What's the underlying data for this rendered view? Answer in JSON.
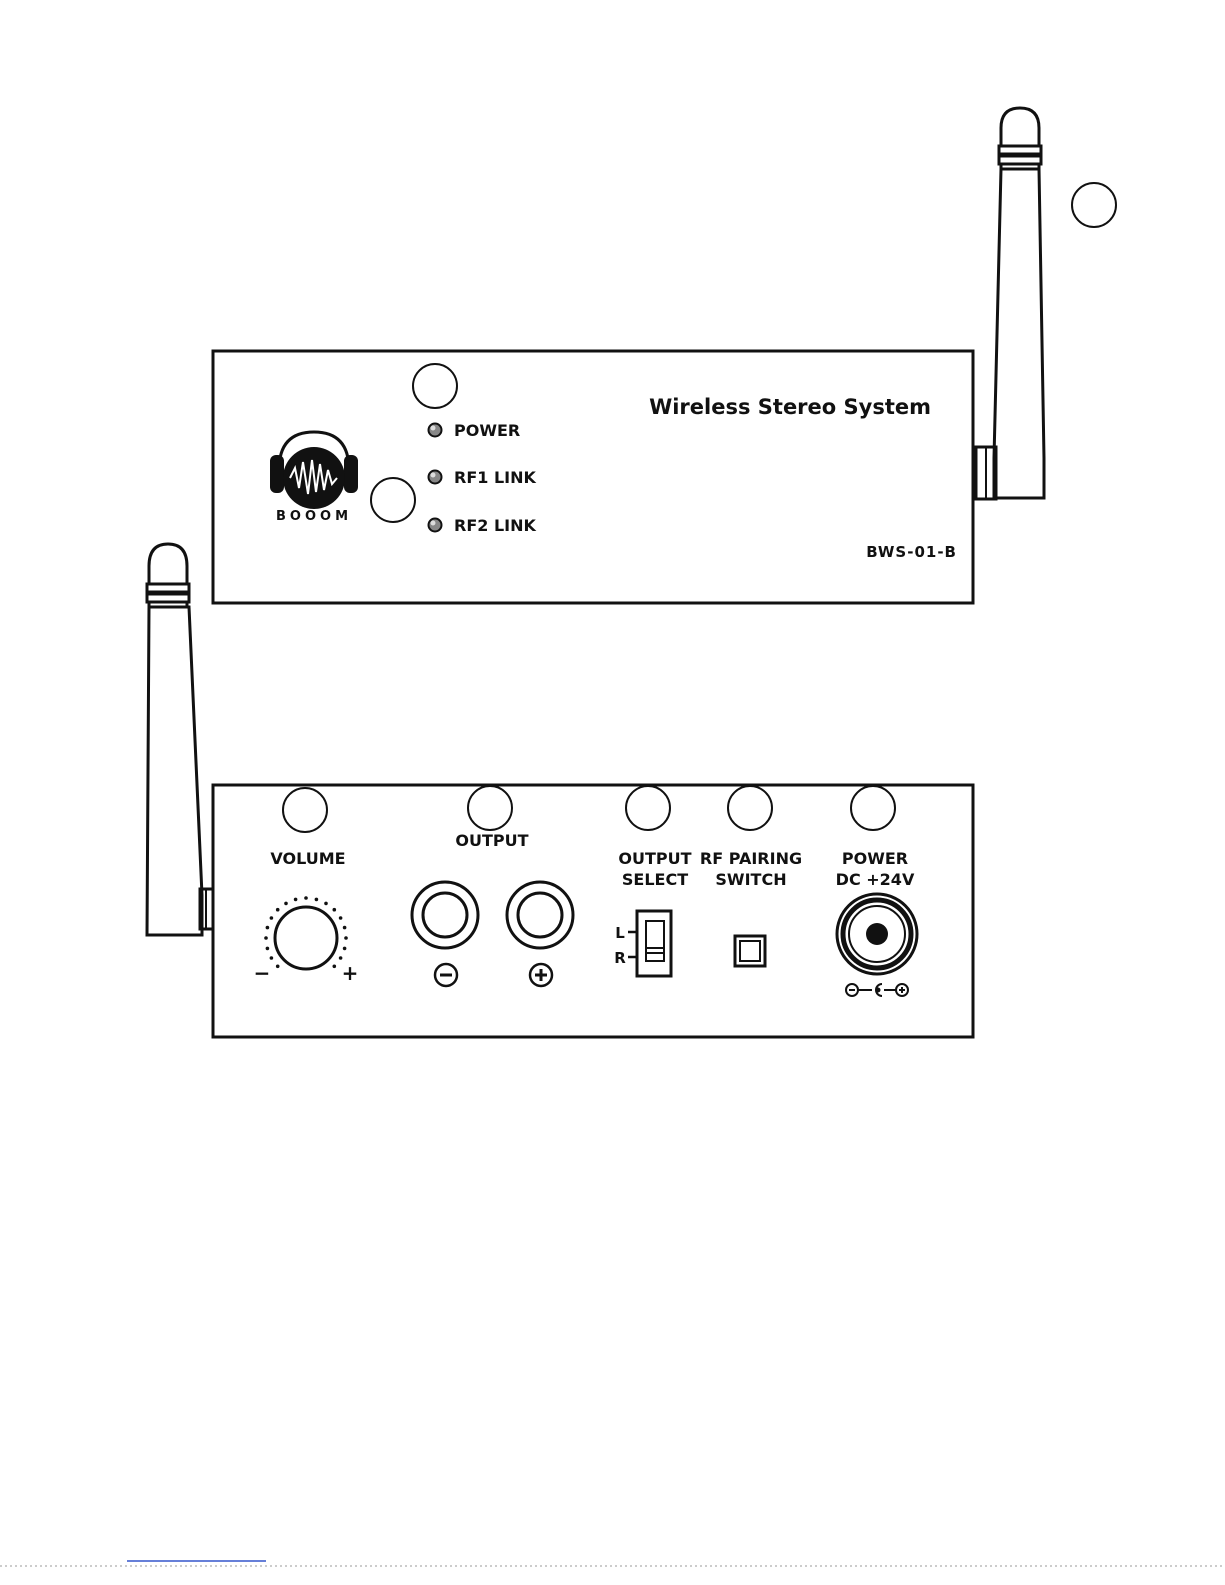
{
  "front_panel": {
    "title": "Wireless Stereo System",
    "model": "BWS-01-B",
    "logo_text": "BOOOM",
    "indicators": [
      {
        "label": "POWER"
      },
      {
        "label": "RF1 LINK"
      },
      {
        "label": "RF2 LINK"
      }
    ]
  },
  "rear_panel": {
    "volume_label": "VOLUME",
    "volume_minus": "−",
    "volume_plus": "+",
    "output_label": "OUTPUT",
    "output_select_line1": "OUTPUT",
    "output_select_line2": "SELECT",
    "switch_l": "L",
    "switch_r": "R",
    "rf_pairing_line1": "RF PAIRING",
    "rf_pairing_line2": "SWITCH",
    "power_line1": "POWER",
    "power_line2": "DC +24V"
  },
  "icons": {
    "minus_terminal": "minus-circle-icon",
    "plus_terminal": "plus-circle-icon",
    "polarity": "dc-polarity-icon",
    "logo": "headphones-waveform-logo"
  },
  "colors": {
    "line": "#111111",
    "background": "#ffffff"
  }
}
